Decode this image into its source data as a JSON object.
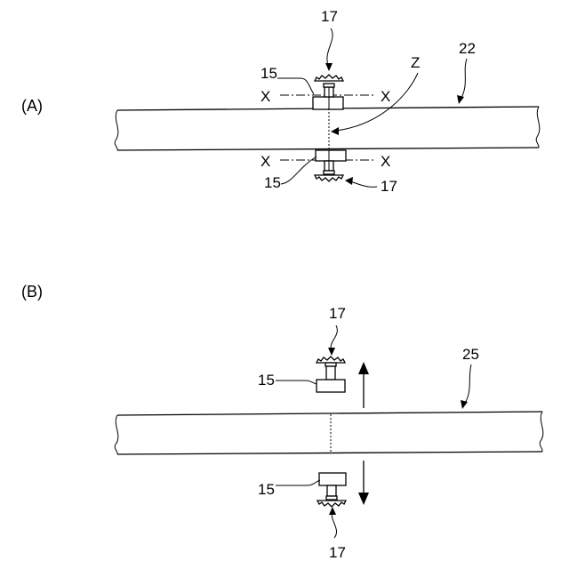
{
  "panel_a": {
    "panel_label": "(A)",
    "label_top_knob": "17",
    "label_top_block": "15",
    "label_z": "Z",
    "label_belt": "22",
    "label_x_top_left": "X",
    "label_x_top_right": "X",
    "label_x_bottom_left": "X",
    "label_x_bottom_right": "X",
    "label_bottom_block": "15",
    "label_bottom_knob": "17"
  },
  "panel_b": {
    "panel_label": "(B)",
    "label_top_knob": "17",
    "label_top_block": "15",
    "label_belt": "25",
    "label_bottom_block": "15",
    "label_bottom_knob": "17"
  }
}
